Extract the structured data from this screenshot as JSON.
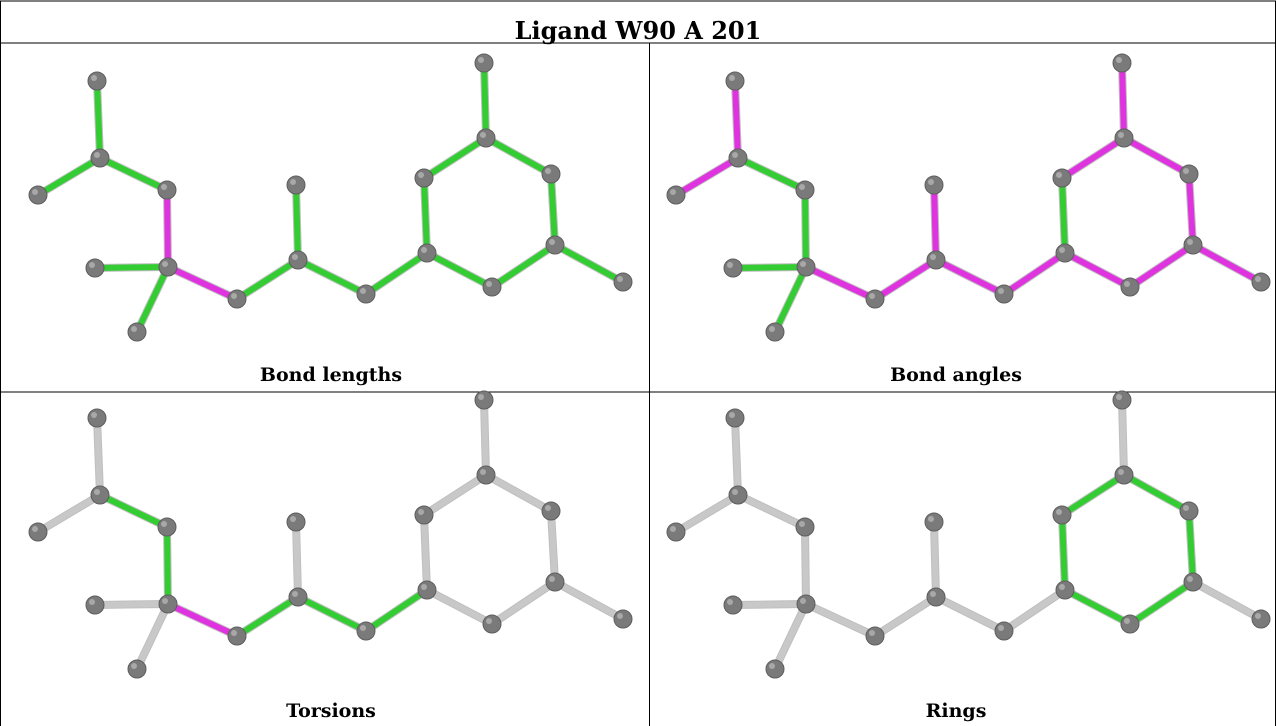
{
  "title": "Ligand W90 A 201",
  "panels": [
    {
      "caption": "Bond lengths",
      "palette": {
        "good": "#33cc33",
        "outlier": "#e033e0",
        "neutral": "#c8c8c8"
      }
    },
    {
      "caption": "Bond angles"
    },
    {
      "caption": "Torsions"
    },
    {
      "caption": "Rings"
    }
  ],
  "colors": {
    "atom": "#7a7a7a",
    "border": "#000000"
  }
}
